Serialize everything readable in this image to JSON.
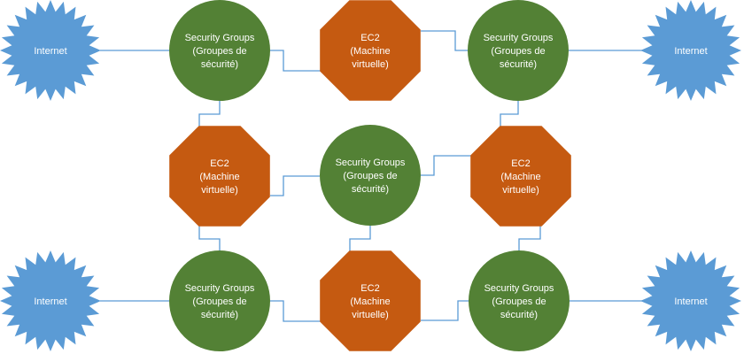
{
  "colors": {
    "internet": "#5b9bd5",
    "security_group": "#538135",
    "ec2": "#c55a11",
    "connector": "#5b9bd5",
    "text": "#ffffff"
  },
  "nodes": {
    "internet_tl": {
      "type": "internet",
      "shape": "starburst",
      "lines": [
        "Internet"
      ]
    },
    "internet_tr": {
      "type": "internet",
      "shape": "starburst",
      "lines": [
        "Internet"
      ]
    },
    "internet_bl": {
      "type": "internet",
      "shape": "starburst",
      "lines": [
        "Internet"
      ]
    },
    "internet_br": {
      "type": "internet",
      "shape": "starburst",
      "lines": [
        "Internet"
      ]
    },
    "sg_tl": {
      "type": "security_group",
      "shape": "circle",
      "lines": [
        "Security Groups",
        "(Groupes de",
        "sécurité)"
      ]
    },
    "sg_tr": {
      "type": "security_group",
      "shape": "circle",
      "lines": [
        "Security Groups",
        "(Groupes de",
        "sécurité)"
      ]
    },
    "sg_mid": {
      "type": "security_group",
      "shape": "circle",
      "lines": [
        "Security Groups",
        "(Groupes de",
        "sécurité)"
      ]
    },
    "sg_bl": {
      "type": "security_group",
      "shape": "circle",
      "lines": [
        "Security Groups",
        "(Groupes de",
        "sécurité)"
      ]
    },
    "sg_br": {
      "type": "security_group",
      "shape": "circle",
      "lines": [
        "Security Groups",
        "(Groupes de",
        "sécurité)"
      ]
    },
    "ec2_top": {
      "type": "ec2",
      "shape": "octagon",
      "lines": [
        "EC2",
        "(Machine",
        "virtuelle)"
      ]
    },
    "ec2_ml": {
      "type": "ec2",
      "shape": "octagon",
      "lines": [
        "EC2",
        "(Machine",
        "virtuelle)"
      ]
    },
    "ec2_mr": {
      "type": "ec2",
      "shape": "octagon",
      "lines": [
        "EC2",
        "(Machine",
        "virtuelle)"
      ]
    },
    "ec2_bot": {
      "type": "ec2",
      "shape": "octagon",
      "lines": [
        "EC2",
        "(Machine",
        "virtuelle)"
      ]
    }
  },
  "edges": [
    [
      "internet_tl",
      "sg_tl"
    ],
    [
      "sg_tl",
      "ec2_top"
    ],
    [
      "ec2_top",
      "sg_tr"
    ],
    [
      "sg_tr",
      "internet_tr"
    ],
    [
      "sg_tl",
      "ec2_ml"
    ],
    [
      "ec2_ml",
      "sg_mid"
    ],
    [
      "sg_mid",
      "ec2_mr"
    ],
    [
      "sg_tr",
      "ec2_mr"
    ],
    [
      "ec2_ml",
      "sg_bl"
    ],
    [
      "sg_mid",
      "ec2_bot"
    ],
    [
      "ec2_mr",
      "sg_br"
    ],
    [
      "internet_bl",
      "sg_bl"
    ],
    [
      "sg_bl",
      "ec2_bot"
    ],
    [
      "ec2_bot",
      "sg_br"
    ],
    [
      "sg_br",
      "internet_br"
    ]
  ]
}
